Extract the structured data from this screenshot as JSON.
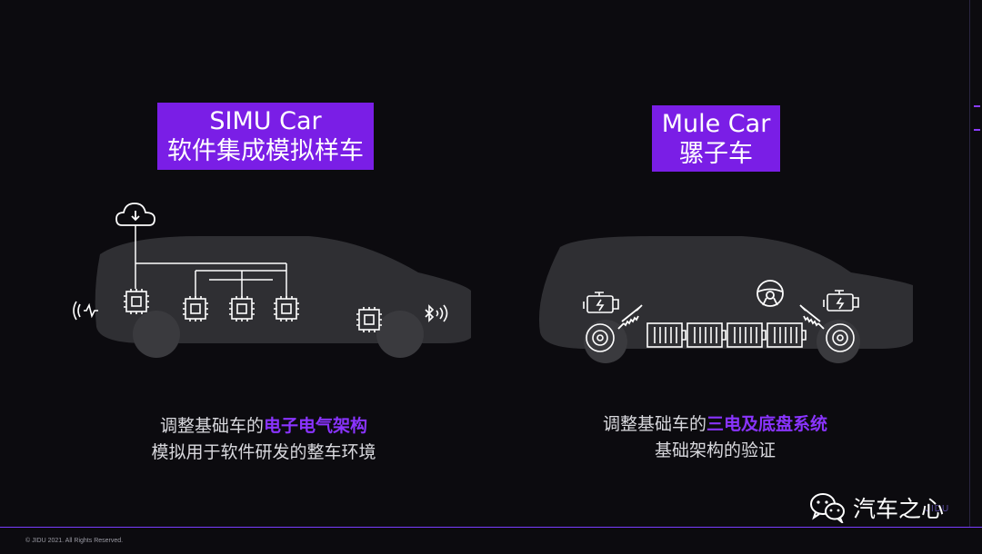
{
  "simu": {
    "title_en": "SIMU Car",
    "title_zh": "软件集成模拟样车",
    "caption_line1_prefix": "调整基础车的",
    "caption_line1_highlight": "电子电气架构",
    "caption_line2": "模拟用于软件研发的整车环境"
  },
  "mule": {
    "title_en": "Mule Car",
    "title_zh": "骡子车",
    "caption_line1_prefix": "调整基础车的",
    "caption_line1_highlight": "三电及底盘系统",
    "caption_line2": "基础架构的验证"
  },
  "footer": {
    "copyright": "© JIDU 2021. All Rights Reserved."
  },
  "watermark": {
    "account_name": "汽车之心",
    "faint_mark": "JIDU"
  },
  "colors": {
    "accent": "#7a1ee6",
    "highlight_text": "#8a34ff",
    "background": "#0c0b0f",
    "car_body": "#2f2f33",
    "wheel": "#3a3a3e"
  },
  "icons": {
    "cloud": "cloud-download-icon",
    "chip": "chip-icon",
    "antenna_left": "signal-wave-icon",
    "antenna_right": "bluetooth-signal-icon",
    "engine": "engine-icon",
    "brake": "brake-disc-icon",
    "suspension": "shock-absorber-icon",
    "battery": "battery-pack-icon",
    "steering": "steering-wheel-icon",
    "wechat": "wechat-icon"
  }
}
